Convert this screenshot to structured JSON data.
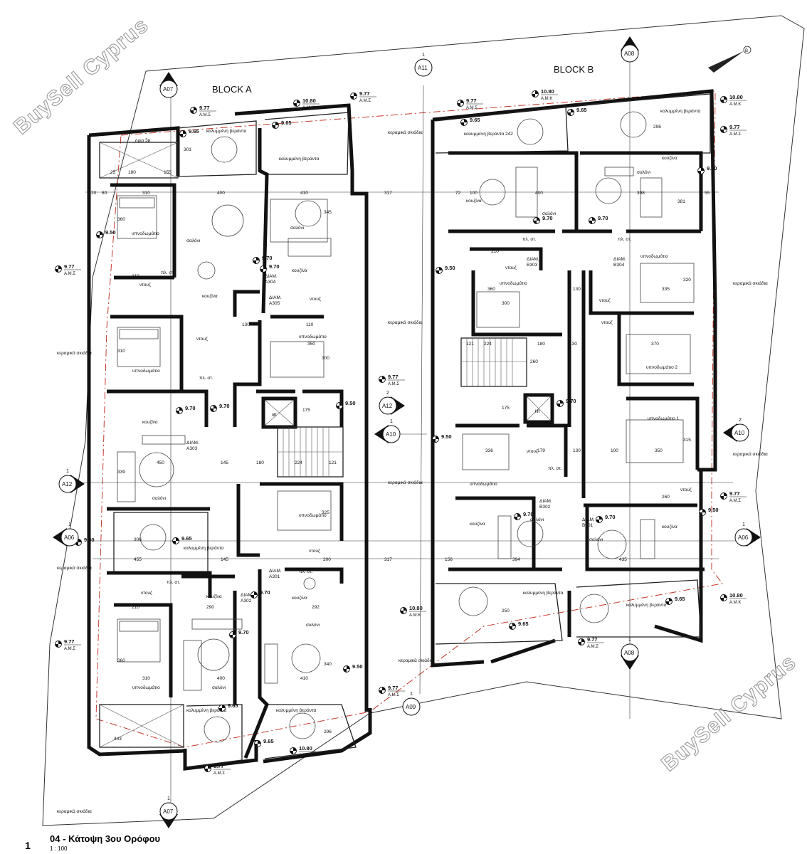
{
  "drawing": {
    "title": "04 - Κάτοψη 3ου Ορόφου",
    "scale": "1 : 100",
    "number": "1"
  },
  "blocks": {
    "a": "BLOCK A",
    "b": "BLOCK B"
  },
  "watermark": {
    "text": "BuySell Cyprus"
  },
  "sections": {
    "a11": {
      "name": "A11",
      "num": "1"
    },
    "a07": {
      "name": "A07",
      "num": "1"
    },
    "a08": {
      "name": "A08",
      "num": "1"
    },
    "a09": {
      "name": "A09",
      "num": "1"
    },
    "a10": {
      "name": "A10",
      "num": "1"
    },
    "a12": {
      "name": "A12",
      "num": "1"
    },
    "a06": {
      "name": "A06",
      "num": "1"
    },
    "a12b": {
      "name": "A12",
      "num": "2"
    },
    "a10b": {
      "name": "A10",
      "num": "2"
    },
    "a06b": {
      "name": "A06",
      "num": "1"
    },
    "a07b": {
      "name": "A07",
      "num": "1"
    },
    "a08b": {
      "name": "A08",
      "num": "1"
    }
  },
  "levels": {
    "ams": "9.77",
    "ams_label": "Α.Μ.Σ",
    "amk": "10.80",
    "amk_label": "Α.Μ.Κ",
    "v970": "9.70",
    "v965": "9.65",
    "v950": "9.50"
  },
  "rooms": {
    "bedroom": "υπνοδωμάτιο",
    "bedroom1": "υπνοδωμάτιο 1",
    "bedroom2": "υπνοδωμάτιο 2",
    "living": "σαλόνι",
    "kitchen": "κουζίνα",
    "shower": "ντουζ",
    "wash": "πλ. στ.",
    "covered_veranda": "καλυμμένη βεράντα",
    "pergola": "κεραμικά σκιάδια",
    "setback": "όριο 3μ",
    "lift": "lift",
    "apt_prefix": "ΔΙΑΜ.",
    "a301": "A301",
    "a302": "A302",
    "a303": "A303",
    "a304": "A304",
    "a305": "A305",
    "b301": "B301",
    "b302": "B302",
    "b303": "B303",
    "b304": "B304"
  },
  "dims": {
    "d317": "317",
    "d310": "310",
    "d400": "400",
    "d410": "410",
    "d360": "360",
    "d350": "350",
    "d300": "300",
    "d336": "336",
    "d335": "335",
    "d320": "320",
    "d370": "370",
    "d398": "398",
    "d394": "394",
    "d435": "435",
    "d455": "455",
    "d450": "450",
    "d290": "290",
    "d292": "292",
    "d224": "224",
    "d180": "180",
    "d145": "145",
    "d130": "130",
    "d100": "100",
    "d175": "175",
    "d210": "210",
    "d155": "155",
    "d25": "25",
    "d80": "80",
    "d20": "20",
    "d72": "72",
    "d55": "55",
    "d121": "121",
    "d110": "110",
    "d200": "200",
    "d260": "260",
    "d250": "250",
    "d296": "296",
    "d443": "443",
    "d381": "381",
    "d156": "156",
    "d179": "179",
    "d315": "315",
    "d345": "345",
    "d325": "325",
    "d340": "340",
    "d306": "306",
    "d339": "339",
    "d301": "301",
    "d242": "242"
  }
}
